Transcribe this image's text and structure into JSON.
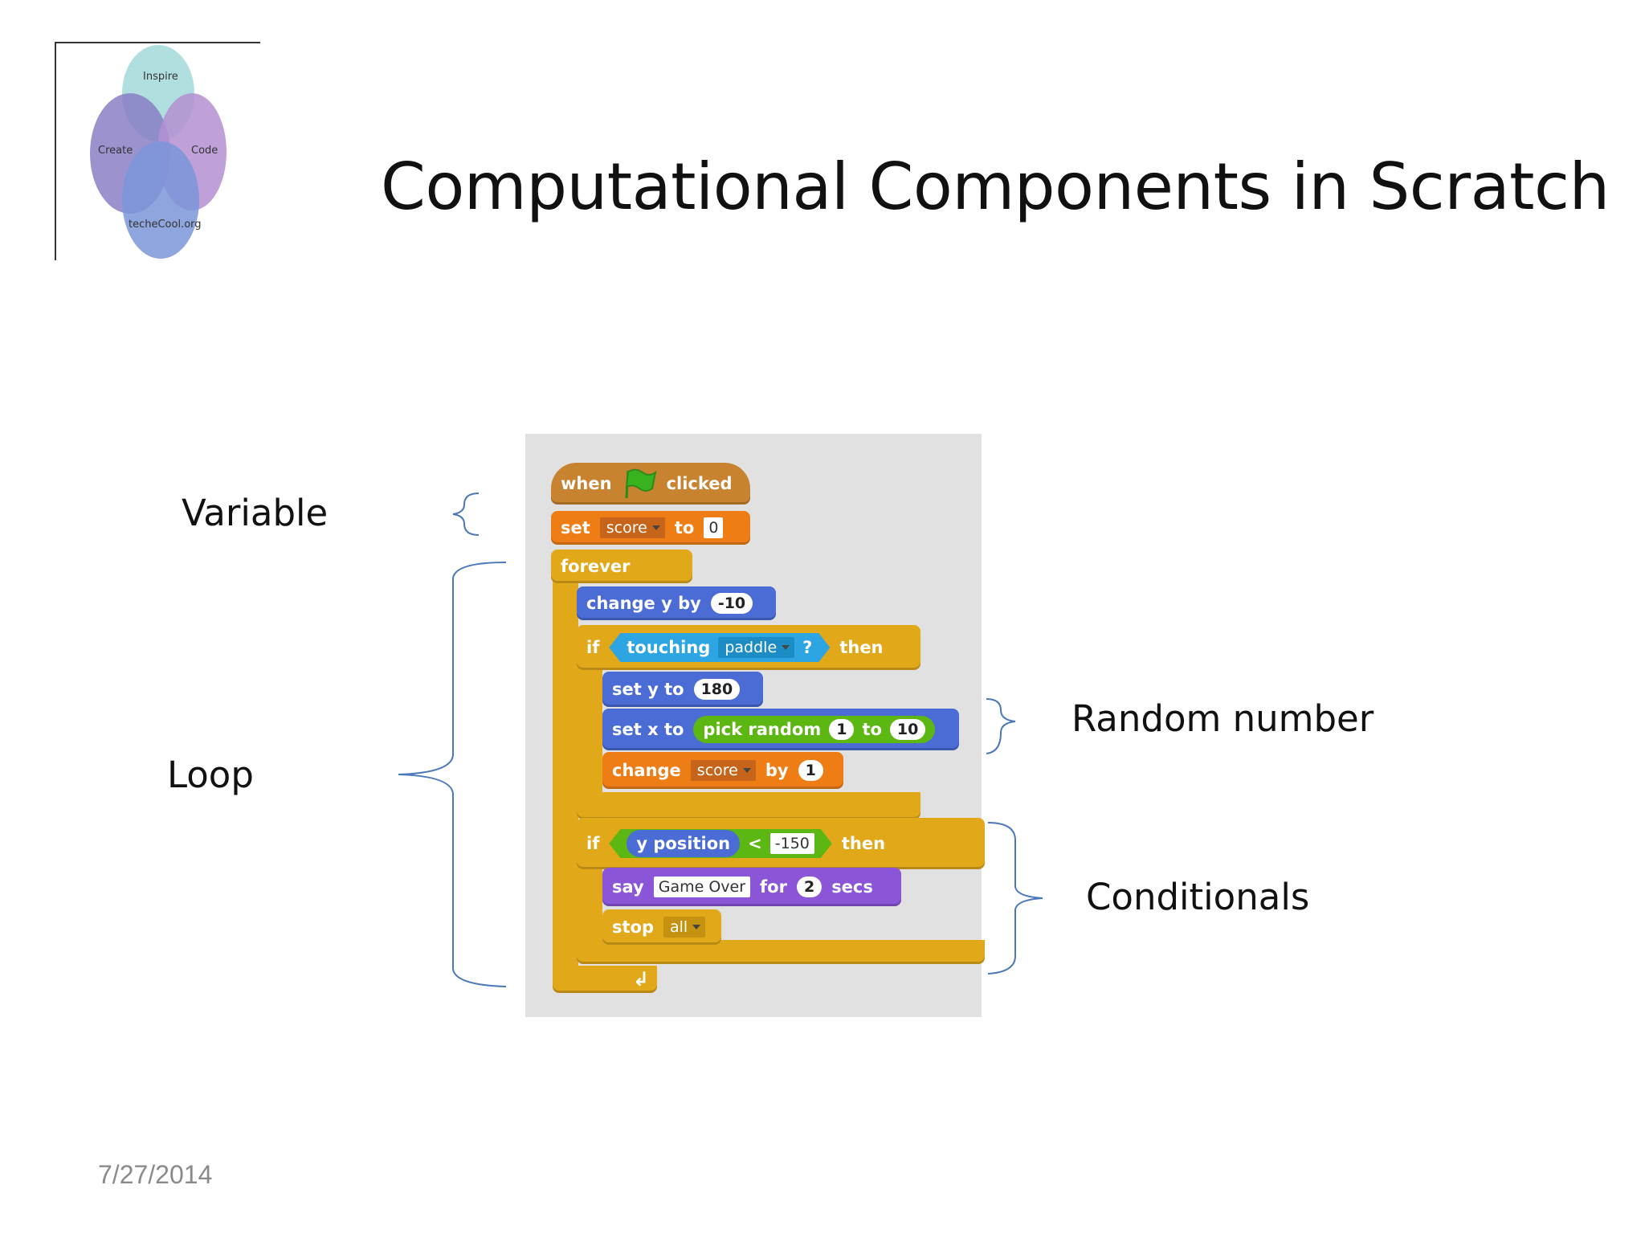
{
  "title": "Computational Components in Scratch",
  "date": "7/27/2014",
  "logo": {
    "inspire": "Inspire",
    "create": "Create",
    "code": "Code",
    "site": "techeCool.org",
    "colors": [
      "#a9dcdc",
      "#8a7fc6",
      "#b48fd2",
      "#7a95d8"
    ]
  },
  "labels": {
    "variable": "Variable",
    "loop": "Loop",
    "random": "Random number",
    "conditionals": "Conditionals"
  },
  "script": {
    "when_flag": {
      "when": "when",
      "clicked": "clicked"
    },
    "set_var": {
      "set": "set",
      "var": "score",
      "to": "to",
      "value": "0"
    },
    "forever": "forever",
    "change_y": {
      "label": "change y by",
      "value": "-10"
    },
    "if1": {
      "if": "if",
      "touching": "touching",
      "object": "paddle",
      "q": "?",
      "then": "then"
    },
    "set_y": {
      "label": "set y to",
      "value": "180"
    },
    "set_x": {
      "label": "set x to",
      "pick": "pick random",
      "from": "1",
      "to": "to",
      "upto": "10"
    },
    "change_score": {
      "change": "change",
      "var": "score",
      "by": "by",
      "value": "1"
    },
    "if2": {
      "if": "if",
      "ypos": "y position",
      "op": "<",
      "value": "-150",
      "then": "then"
    },
    "say": {
      "say": "say",
      "text": "Game Over",
      "for": "for",
      "secs_value": "2",
      "secs": "secs"
    },
    "stop": {
      "stop": "stop",
      "option": "all"
    },
    "loop_arrow": "↲"
  },
  "colors": {
    "bracket": "#4a78b8",
    "events": "#c88330",
    "control": "#e1a91a",
    "data": "#ee7d16",
    "motion": "#4a6cd4",
    "looks": "#8a55d7",
    "sensing": "#2ca5e2",
    "operators": "#5cb712"
  }
}
